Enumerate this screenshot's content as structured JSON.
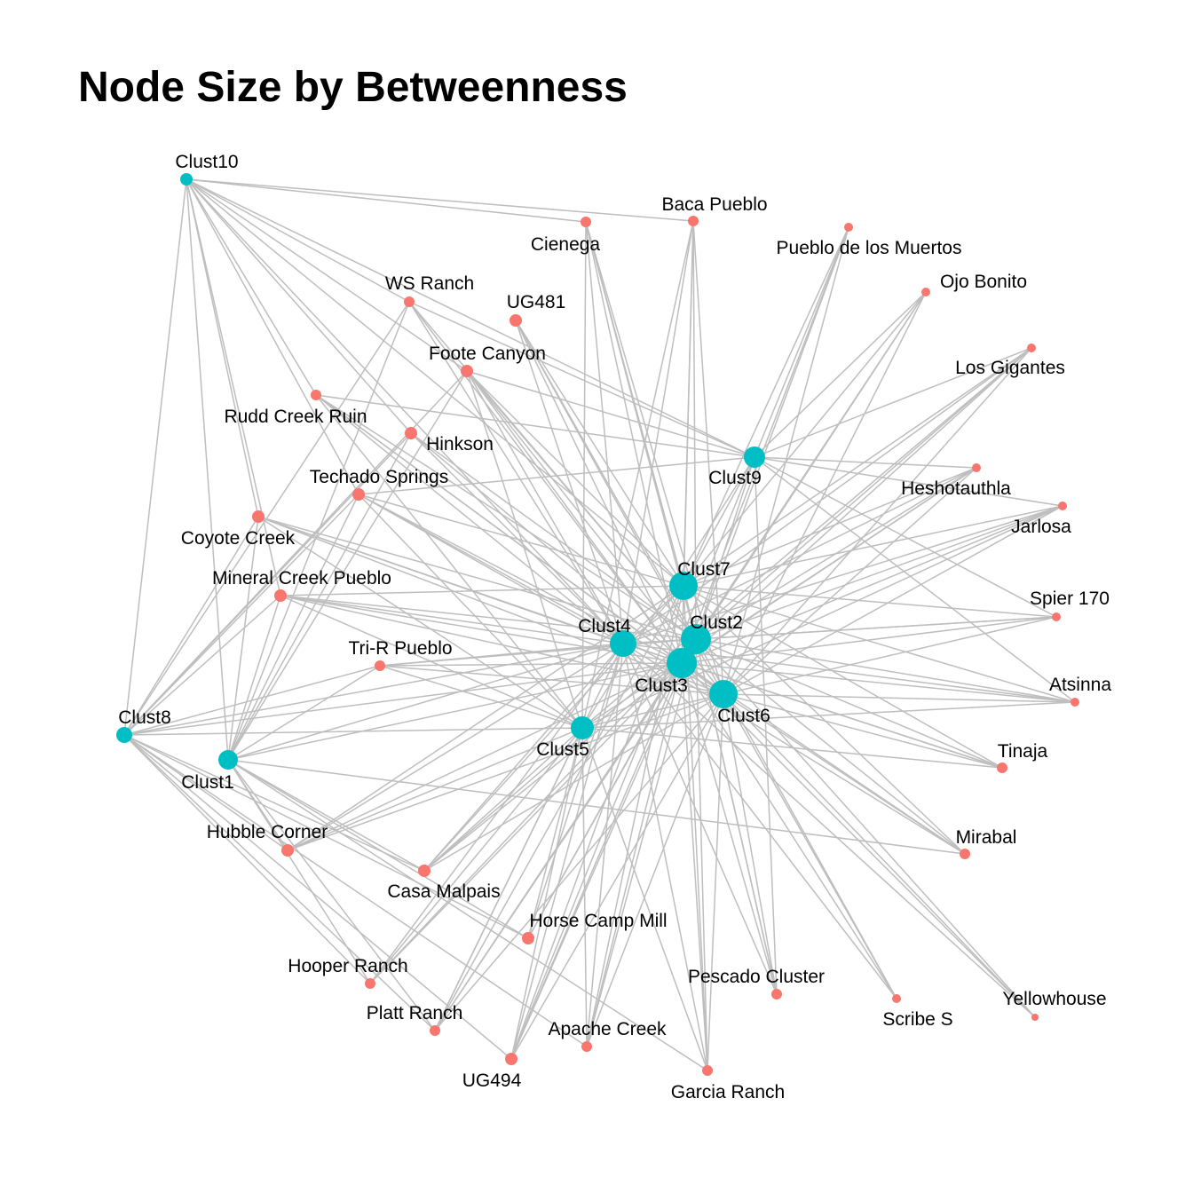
{
  "title": "Node Size by Betweenness",
  "colors": {
    "cluster": "#00BFC4",
    "site": "#F8766D",
    "edge": "#BEBEBE",
    "label": "#000000"
  },
  "nodes": [
    {
      "id": "Clust1",
      "group": "cluster"
    },
    {
      "id": "Clust2",
      "group": "cluster"
    },
    {
      "id": "Clust3",
      "group": "cluster"
    },
    {
      "id": "Clust4",
      "group": "cluster"
    },
    {
      "id": "Clust5",
      "group": "cluster"
    },
    {
      "id": "Clust6",
      "group": "cluster"
    },
    {
      "id": "Clust7",
      "group": "cluster"
    },
    {
      "id": "Clust8",
      "group": "cluster"
    },
    {
      "id": "Clust9",
      "group": "cluster"
    },
    {
      "id": "Clust10",
      "group": "cluster"
    },
    {
      "id": "Baca Pueblo",
      "group": "site"
    },
    {
      "id": "Cienega",
      "group": "site"
    },
    {
      "id": "Pueblo de los Muertos",
      "group": "site"
    },
    {
      "id": "Ojo Bonito",
      "group": "site"
    },
    {
      "id": "WS Ranch",
      "group": "site"
    },
    {
      "id": "UG481",
      "group": "site"
    },
    {
      "id": "Foote Canyon",
      "group": "site"
    },
    {
      "id": "Los Gigantes",
      "group": "site"
    },
    {
      "id": "Rudd Creek Ruin",
      "group": "site"
    },
    {
      "id": "Hinkson",
      "group": "site"
    },
    {
      "id": "Techado Springs",
      "group": "site"
    },
    {
      "id": "Heshotauthla",
      "group": "site"
    },
    {
      "id": "Jarlosa",
      "group": "site"
    },
    {
      "id": "Coyote Creek",
      "group": "site"
    },
    {
      "id": "Mineral Creek Pueblo",
      "group": "site"
    },
    {
      "id": "Spier 170",
      "group": "site"
    },
    {
      "id": "Tri-R Pueblo",
      "group": "site"
    },
    {
      "id": "Atsinna",
      "group": "site"
    },
    {
      "id": "Tinaja",
      "group": "site"
    },
    {
      "id": "Hubble Corner",
      "group": "site"
    },
    {
      "id": "Mirabal",
      "group": "site"
    },
    {
      "id": "Casa Malpais",
      "group": "site"
    },
    {
      "id": "Horse Camp Mill",
      "group": "site"
    },
    {
      "id": "Hooper Ranch",
      "group": "site"
    },
    {
      "id": "Pescado Cluster",
      "group": "site"
    },
    {
      "id": "Yellowhouse",
      "group": "site"
    },
    {
      "id": "Platt Ranch",
      "group": "site"
    },
    {
      "id": "Scribe S",
      "group": "site"
    },
    {
      "id": "Apache Creek",
      "group": "site"
    },
    {
      "id": "UG494",
      "group": "site"
    },
    {
      "id": "Garcia Ranch",
      "group": "site"
    }
  ],
  "edges": [
    [
      "Clust10",
      "Cienega"
    ],
    [
      "Clust10",
      "Baca Pueblo"
    ],
    [
      "Clust10",
      "WS Ranch"
    ],
    [
      "Clust10",
      "Foote Canyon"
    ],
    [
      "Clust10",
      "Rudd Creek Ruin"
    ],
    [
      "Clust10",
      "Hinkson"
    ],
    [
      "Clust10",
      "Techado Springs"
    ],
    [
      "Clust10",
      "Coyote Creek"
    ],
    [
      "Clust10",
      "Clust9"
    ],
    [
      "Clust10",
      "Clust7"
    ],
    [
      "Clust10",
      "Clust4"
    ],
    [
      "Clust10",
      "Clust1"
    ],
    [
      "Clust10",
      "Clust8"
    ],
    [
      "Clust10",
      "Mineral Creek Pueblo"
    ],
    [
      "Clust8",
      "WS Ranch"
    ],
    [
      "Clust8",
      "Hinkson"
    ],
    [
      "Clust8",
      "Techado Springs"
    ],
    [
      "Clust8",
      "Coyote Creek"
    ],
    [
      "Clust8",
      "Mineral Creek Pueblo"
    ],
    [
      "Clust8",
      "Tri-R Pueblo"
    ],
    [
      "Clust8",
      "Hubble Corner"
    ],
    [
      "Clust8",
      "Casa Malpais"
    ],
    [
      "Clust8",
      "Hooper Ranch"
    ],
    [
      "Clust8",
      "Platt Ranch"
    ],
    [
      "Clust8",
      "UG494"
    ],
    [
      "Clust8",
      "Apache Creek"
    ],
    [
      "Clust8",
      "Horse Camp Mill"
    ],
    [
      "Clust8",
      "Clust4"
    ],
    [
      "Clust8",
      "Clust5"
    ],
    [
      "Clust8",
      "Clust3"
    ],
    [
      "Clust8",
      "Foote Canyon"
    ],
    [
      "Clust1",
      "WS Ranch"
    ],
    [
      "Clust1",
      "Techado Springs"
    ],
    [
      "Clust1",
      "Hinkson"
    ],
    [
      "Clust1",
      "Foote Canyon"
    ],
    [
      "Clust1",
      "Tri-R Pueblo"
    ],
    [
      "Clust1",
      "Mineral Creek Pueblo"
    ],
    [
      "Clust1",
      "Coyote Creek"
    ],
    [
      "Clust1",
      "Hubble Corner"
    ],
    [
      "Clust1",
      "Casa Malpais"
    ],
    [
      "Clust1",
      "Hooper Ranch"
    ],
    [
      "Clust1",
      "Platt Ranch"
    ],
    [
      "Clust1",
      "Garcia Ranch"
    ],
    [
      "Clust1",
      "Mirabal"
    ],
    [
      "Clust1",
      "Horse Camp Mill"
    ],
    [
      "Clust1",
      "Clust4"
    ],
    [
      "Clust1",
      "Clust3"
    ],
    [
      "Clust9",
      "Pueblo de los Muertos"
    ],
    [
      "Clust9",
      "Ojo Bonito"
    ],
    [
      "Clust9",
      "Los Gigantes"
    ],
    [
      "Clust9",
      "Heshotauthla"
    ],
    [
      "Clust9",
      "Jarlosa"
    ],
    [
      "Clust9",
      "Spier 170"
    ],
    [
      "Clust9",
      "Atsinna"
    ],
    [
      "Clust9",
      "Rudd Creek Ruin"
    ],
    [
      "Clust9",
      "Foote Canyon"
    ],
    [
      "Clust9",
      "WS Ranch"
    ],
    [
      "Clust9",
      "Techado Springs"
    ],
    [
      "Clust9",
      "Clust2"
    ],
    [
      "Clust9",
      "Clust7"
    ],
    [
      "Clust9",
      "Clust5"
    ],
    [
      "Clust9",
      "Pescado Cluster"
    ],
    [
      "Clust9",
      "UG494"
    ],
    [
      "Clust7",
      "Cienega"
    ],
    [
      "Clust7",
      "Baca Pueblo"
    ],
    [
      "Clust7",
      "Pueblo de los Muertos"
    ],
    [
      "Clust7",
      "Ojo Bonito"
    ],
    [
      "Clust7",
      "Los Gigantes"
    ],
    [
      "Clust7",
      "Heshotauthla"
    ],
    [
      "Clust7",
      "Jarlosa"
    ],
    [
      "Clust7",
      "Spier 170"
    ],
    [
      "Clust7",
      "Atsinna"
    ],
    [
      "Clust7",
      "Tinaja"
    ],
    [
      "Clust7",
      "Mirabal"
    ],
    [
      "Clust7",
      "UG481"
    ],
    [
      "Clust7",
      "Foote Canyon"
    ],
    [
      "Clust7",
      "Techado Springs"
    ],
    [
      "Clust7",
      "Mineral Creek Pueblo"
    ],
    [
      "Clust7",
      "Apache Creek"
    ],
    [
      "Clust7",
      "UG494"
    ],
    [
      "Clust7",
      "Garcia Ranch"
    ],
    [
      "Clust7",
      "Pescado Cluster"
    ],
    [
      "Clust7",
      "Casa Malpais"
    ],
    [
      "Clust7",
      "Hubble Corner"
    ],
    [
      "Clust7",
      "Platt Ranch"
    ],
    [
      "Clust7",
      "Clust4"
    ],
    [
      "Clust7",
      "Clust2"
    ],
    [
      "Clust2",
      "Cienega"
    ],
    [
      "Clust2",
      "Baca Pueblo"
    ],
    [
      "Clust2",
      "Pueblo de los Muertos"
    ],
    [
      "Clust2",
      "Ojo Bonito"
    ],
    [
      "Clust2",
      "Los Gigantes"
    ],
    [
      "Clust2",
      "Heshotauthla"
    ],
    [
      "Clust2",
      "Jarlosa"
    ],
    [
      "Clust2",
      "Spier 170"
    ],
    [
      "Clust2",
      "Atsinna"
    ],
    [
      "Clust2",
      "Tinaja"
    ],
    [
      "Clust2",
      "Mirabal"
    ],
    [
      "Clust2",
      "Yellowhouse"
    ],
    [
      "Clust2",
      "Scribe S"
    ],
    [
      "Clust2",
      "UG481"
    ],
    [
      "Clust2",
      "WS Ranch"
    ],
    [
      "Clust2",
      "Foote Canyon"
    ],
    [
      "Clust2",
      "Hinkson"
    ],
    [
      "Clust2",
      "Rudd Creek Ruin"
    ],
    [
      "Clust2",
      "Coyote Creek"
    ],
    [
      "Clust2",
      "Mineral Creek Pueblo"
    ],
    [
      "Clust2",
      "Tri-R Pueblo"
    ],
    [
      "Clust2",
      "Casa Malpais"
    ],
    [
      "Clust2",
      "Horse Camp Mill"
    ],
    [
      "Clust2",
      "Apache Creek"
    ],
    [
      "Clust2",
      "UG494"
    ],
    [
      "Clust2",
      "Garcia Ranch"
    ],
    [
      "Clust2",
      "Pescado Cluster"
    ],
    [
      "Clust2",
      "Platt Ranch"
    ],
    [
      "Clust2",
      "Hooper Ranch"
    ],
    [
      "Clust3",
      "Cienega"
    ],
    [
      "Clust3",
      "Baca Pueblo"
    ],
    [
      "Clust3",
      "Pueblo de los Muertos"
    ],
    [
      "Clust3",
      "Ojo Bonito"
    ],
    [
      "Clust3",
      "Los Gigantes"
    ],
    [
      "Clust3",
      "Heshotauthla"
    ],
    [
      "Clust3",
      "Jarlosa"
    ],
    [
      "Clust3",
      "Spier 170"
    ],
    [
      "Clust3",
      "Atsinna"
    ],
    [
      "Clust3",
      "Tinaja"
    ],
    [
      "Clust3",
      "Mirabal"
    ],
    [
      "Clust3",
      "Yellowhouse"
    ],
    [
      "Clust3",
      "Scribe S"
    ],
    [
      "Clust3",
      "UG481"
    ],
    [
      "Clust3",
      "WS Ranch"
    ],
    [
      "Clust3",
      "Foote Canyon"
    ],
    [
      "Clust3",
      "Rudd Creek Ruin"
    ],
    [
      "Clust3",
      "Techado Springs"
    ],
    [
      "Clust3",
      "Coyote Creek"
    ],
    [
      "Clust3",
      "Mineral Creek Pueblo"
    ],
    [
      "Clust3",
      "Tri-R Pueblo"
    ],
    [
      "Clust3",
      "Hubble Corner"
    ],
    [
      "Clust3",
      "Casa Malpais"
    ],
    [
      "Clust3",
      "Horse Camp Mill"
    ],
    [
      "Clust3",
      "Hooper Ranch"
    ],
    [
      "Clust3",
      "Platt Ranch"
    ],
    [
      "Clust3",
      "Apache Creek"
    ],
    [
      "Clust3",
      "UG494"
    ],
    [
      "Clust3",
      "Garcia Ranch"
    ],
    [
      "Clust3",
      "Pescado Cluster"
    ],
    [
      "Clust4",
      "Cienega"
    ],
    [
      "Clust4",
      "Baca Pueblo"
    ],
    [
      "Clust4",
      "Los Gigantes"
    ],
    [
      "Clust4",
      "Heshotauthla"
    ],
    [
      "Clust4",
      "Jarlosa"
    ],
    [
      "Clust4",
      "Spier 170"
    ],
    [
      "Clust4",
      "Atsinna"
    ],
    [
      "Clust4",
      "Tinaja"
    ],
    [
      "Clust4",
      "Mirabal"
    ],
    [
      "Clust4",
      "Yellowhouse"
    ],
    [
      "Clust4",
      "UG481"
    ],
    [
      "Clust4",
      "WS Ranch"
    ],
    [
      "Clust4",
      "Foote Canyon"
    ],
    [
      "Clust4",
      "Hinkson"
    ],
    [
      "Clust4",
      "Rudd Creek Ruin"
    ],
    [
      "Clust4",
      "Techado Springs"
    ],
    [
      "Clust4",
      "Coyote Creek"
    ],
    [
      "Clust4",
      "Mineral Creek Pueblo"
    ],
    [
      "Clust4",
      "Tri-R Pueblo"
    ],
    [
      "Clust4",
      "Hubble Corner"
    ],
    [
      "Clust4",
      "Casa Malpais"
    ],
    [
      "Clust4",
      "Horse Camp Mill"
    ],
    [
      "Clust4",
      "Hooper Ranch"
    ],
    [
      "Clust4",
      "Platt Ranch"
    ],
    [
      "Clust4",
      "Apache Creek"
    ],
    [
      "Clust4",
      "UG494"
    ],
    [
      "Clust4",
      "Garcia Ranch"
    ],
    [
      "Clust4",
      "Pescado Cluster"
    ],
    [
      "Clust4",
      "Scribe S"
    ],
    [
      "Clust6",
      "Cienega"
    ],
    [
      "Clust6",
      "Baca Pueblo"
    ],
    [
      "Clust6",
      "Pueblo de los Muertos"
    ],
    [
      "Clust6",
      "Ojo Bonito"
    ],
    [
      "Clust6",
      "Los Gigantes"
    ],
    [
      "Clust6",
      "Heshotauthla"
    ],
    [
      "Clust6",
      "Jarlosa"
    ],
    [
      "Clust6",
      "Spier 170"
    ],
    [
      "Clust6",
      "Atsinna"
    ],
    [
      "Clust6",
      "Tinaja"
    ],
    [
      "Clust6",
      "Mirabal"
    ],
    [
      "Clust6",
      "Yellowhouse"
    ],
    [
      "Clust6",
      "Scribe S"
    ],
    [
      "Clust6",
      "Pescado Cluster"
    ],
    [
      "Clust6",
      "Garcia Ranch"
    ],
    [
      "Clust6",
      "UG481"
    ],
    [
      "Clust6",
      "Foote Canyon"
    ],
    [
      "Clust6",
      "Hinkson"
    ],
    [
      "Clust6",
      "Rudd Creek Ruin"
    ],
    [
      "Clust6",
      "Techado Springs"
    ],
    [
      "Clust6",
      "Coyote Creek"
    ],
    [
      "Clust6",
      "Mineral Creek Pueblo"
    ],
    [
      "Clust6",
      "Tri-R Pueblo"
    ],
    [
      "Clust6",
      "Hubble Corner"
    ],
    [
      "Clust6",
      "Casa Malpais"
    ],
    [
      "Clust6",
      "Apache Creek"
    ],
    [
      "Clust6",
      "UG494"
    ],
    [
      "Clust6",
      "Platt Ranch"
    ],
    [
      "Clust6",
      "Clust5"
    ],
    [
      "Clust5",
      "Cienega"
    ],
    [
      "Clust5",
      "Baca Pueblo"
    ],
    [
      "Clust5",
      "Los Gigantes"
    ],
    [
      "Clust5",
      "Heshotauthla"
    ],
    [
      "Clust5",
      "Jarlosa"
    ],
    [
      "Clust5",
      "Atsinna"
    ],
    [
      "Clust5",
      "Tinaja"
    ],
    [
      "Clust5",
      "Hubble Corner"
    ],
    [
      "Clust5",
      "Casa Malpais"
    ],
    [
      "Clust5",
      "Horse Camp Mill"
    ],
    [
      "Clust5",
      "Hooper Ranch"
    ],
    [
      "Clust5",
      "Platt Ranch"
    ],
    [
      "Clust5",
      "Apache Creek"
    ],
    [
      "Clust5",
      "UG494"
    ],
    [
      "Clust5",
      "Garcia Ranch"
    ],
    [
      "Clust5",
      "Foote Canyon"
    ],
    [
      "Clust5",
      "Techado Springs"
    ],
    [
      "Clust5",
      "Mineral Creek Pueblo"
    ],
    [
      "Clust5",
      "Tri-R Pueblo"
    ],
    [
      "Clust5",
      "Coyote Creek"
    ],
    [
      "Clust5",
      "Rudd Creek Ruin"
    ]
  ]
}
